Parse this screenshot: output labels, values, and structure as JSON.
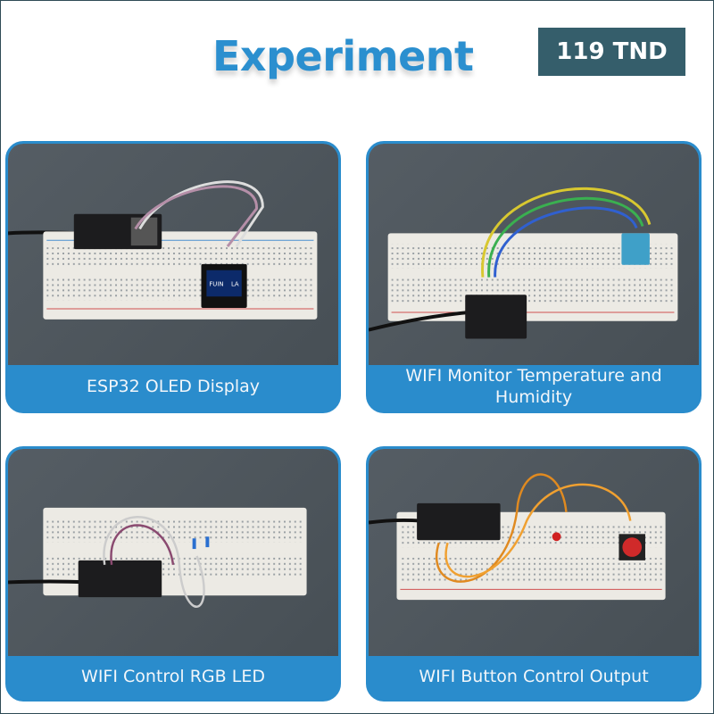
{
  "header": {
    "title": "Experiment",
    "price": "119 TND"
  },
  "cards": [
    {
      "caption": "ESP32 OLED Display",
      "oled_text_left": "FUIN",
      "oled_text_right": "LA"
    },
    {
      "caption": "WIFI Monitor Temperature and Humidity"
    },
    {
      "caption": "WIFI Control RGB LED"
    },
    {
      "caption": "WIFI Button Control Output"
    }
  ],
  "colors": {
    "accent": "#2a8ccc",
    "price_bg": "#355e6b",
    "photo_bg": "#4c545a"
  }
}
